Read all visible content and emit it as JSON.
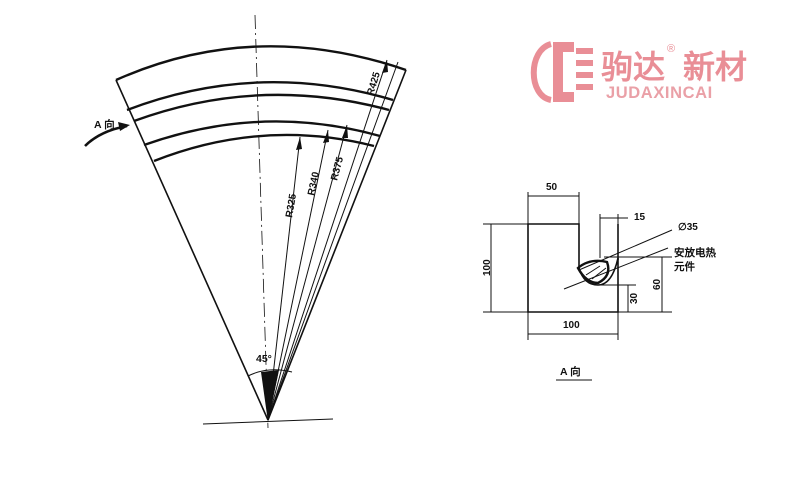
{
  "logo": {
    "brand_cn": "驹达",
    "registered_mark": "®",
    "product_cn": "新材",
    "brand_en": "JUDAXINCAI",
    "color": "#e98e96"
  },
  "sector_view": {
    "direction_label": "A 向",
    "angle_label": "45°",
    "radius_labels": [
      "R325",
      "R340",
      "R375",
      "R425"
    ]
  },
  "section_view": {
    "dims": {
      "top_width": "50",
      "groove_offset": "15",
      "diameter": "∅35",
      "height": "100",
      "groove_depth": "30",
      "groove_height": "60",
      "base_width": "100"
    },
    "heater_note_line1": "安放电热",
    "heater_note_line2": "元件",
    "view_label": "A 向"
  }
}
